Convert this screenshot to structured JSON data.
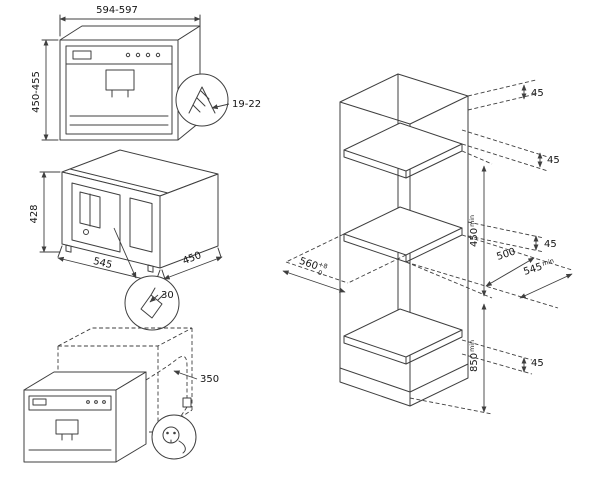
{
  "front_view": {
    "width": "594-597",
    "height": "450-455",
    "panel_gap": "19-22"
  },
  "side_view": {
    "height": "428",
    "depth": "545",
    "width": "450",
    "plug_depth": "30"
  },
  "cable_view": {
    "cable_length": "350"
  },
  "cabinet_view": {
    "clearance_top": "45",
    "clearance_upper": "45",
    "clearance_mid": "45",
    "clearance_bottom": "45",
    "niche_height": "450",
    "niche_height_unit": "min",
    "niche_width": "500",
    "inner_depth": "545",
    "inner_depth_unit": "min",
    "niche_depth": "560",
    "niche_depth_tol_plus": "+8",
    "niche_depth_tol_minus": "0",
    "plinth_height": "850",
    "plinth_height_unit": "min"
  },
  "colors": {
    "line": "#3f3f3f",
    "text": "#141414",
    "background": "#ffffff"
  }
}
